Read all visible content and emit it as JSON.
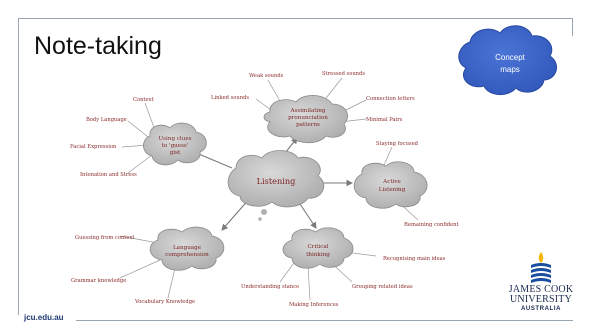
{
  "slide": {
    "title": "Note-taking",
    "footer_url": "jcu.edu.au"
  },
  "concept_bubble": {
    "line1": "Concept",
    "line2": "maps",
    "color": "#3a63c8"
  },
  "mindmap": {
    "center": "Listening",
    "nodes": {
      "assimilating": {
        "lines": [
          "Assimilating",
          "pronunciation",
          "patterns"
        ],
        "leaves": [
          "Weak sounds",
          "Stressed sounds",
          "Linked sounds",
          "Connection letters",
          "Minimal Pairs"
        ]
      },
      "clues": {
        "lines": [
          "Using clues",
          "to 'guess'",
          "gist"
        ],
        "leaves": [
          "Context",
          "Body Language",
          "Facial Expression",
          "Intonation and Stress"
        ]
      },
      "active": {
        "lines": [
          "Active",
          "Listening"
        ],
        "leaves": [
          "Staying focused",
          "Remaining confident"
        ]
      },
      "language": {
        "lines": [
          "Language",
          "comprehension"
        ],
        "leaves": [
          "Guessing from context",
          "Grammar knowledge",
          "Vocabulary Knowledge"
        ]
      },
      "critical": {
        "lines": [
          "Critical",
          "thinking"
        ],
        "leaves": [
          "Recognising main ideas",
          "Grouping related ideas",
          "Understanding stance",
          "Making Inferences"
        ]
      }
    }
  },
  "logo": {
    "line1": "JAMES COOK",
    "line2": "UNIVERSITY",
    "line3": "AUSTRALIA"
  }
}
